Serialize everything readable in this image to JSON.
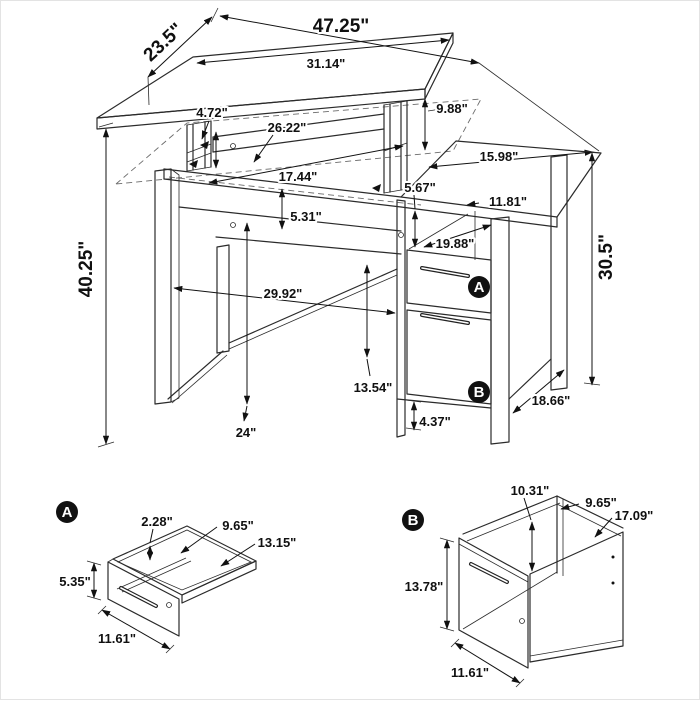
{
  "main_view": {
    "dims": {
      "top_depth": "23.5\"",
      "overall_width": "47.25\"",
      "lift_top_width": "31.14\"",
      "lift_height": "9.88\"",
      "mech_height": "4.72\"",
      "inner_width": "26.22\"",
      "opening_width": "17.44\"",
      "apron_height": "5.31\"",
      "return_width": "15.98\"",
      "cubby_height": "5.67\"",
      "cubby_width": "11.81\"",
      "pedestal_depth": "19.88\"",
      "height_raised": "40.25\"",
      "desk_height": "30.5\"",
      "knee_width": "29.92\"",
      "knee_height": "13.54\"",
      "leg_height": "24\"",
      "toe_height": "4.37\"",
      "end_depth": "18.66\""
    },
    "callout_a": "A",
    "callout_b": "B"
  },
  "detail_a": {
    "callout": "A",
    "dims": {
      "rim_height": "2.28\"",
      "inner_depth": "9.65\"",
      "inner_width": "13.15\"",
      "front_height": "5.35\"",
      "front_width": "11.61\""
    }
  },
  "detail_b": {
    "callout": "B",
    "dims": {
      "inner_height": "10.31\"",
      "top_depth": "9.65\"",
      "top_width": "17.09\"",
      "front_height": "13.78\"",
      "front_width": "11.61\""
    }
  }
}
